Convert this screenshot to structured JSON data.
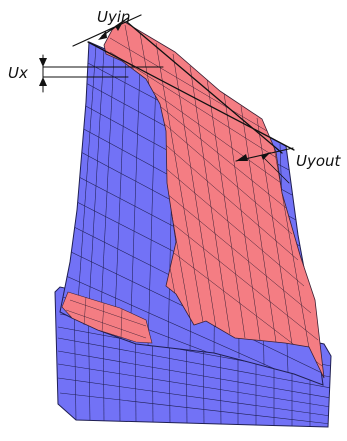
{
  "labels": {
    "uyin": "Uyin",
    "ux": "Ux",
    "uyout": "Uyout"
  },
  "colors": {
    "background": "#ffffff",
    "undeformed_mesh": "#7272f6",
    "deformed_mesh": "#f47d83",
    "mesh_lines": "#1f1f52",
    "annotation": "#111111"
  }
}
